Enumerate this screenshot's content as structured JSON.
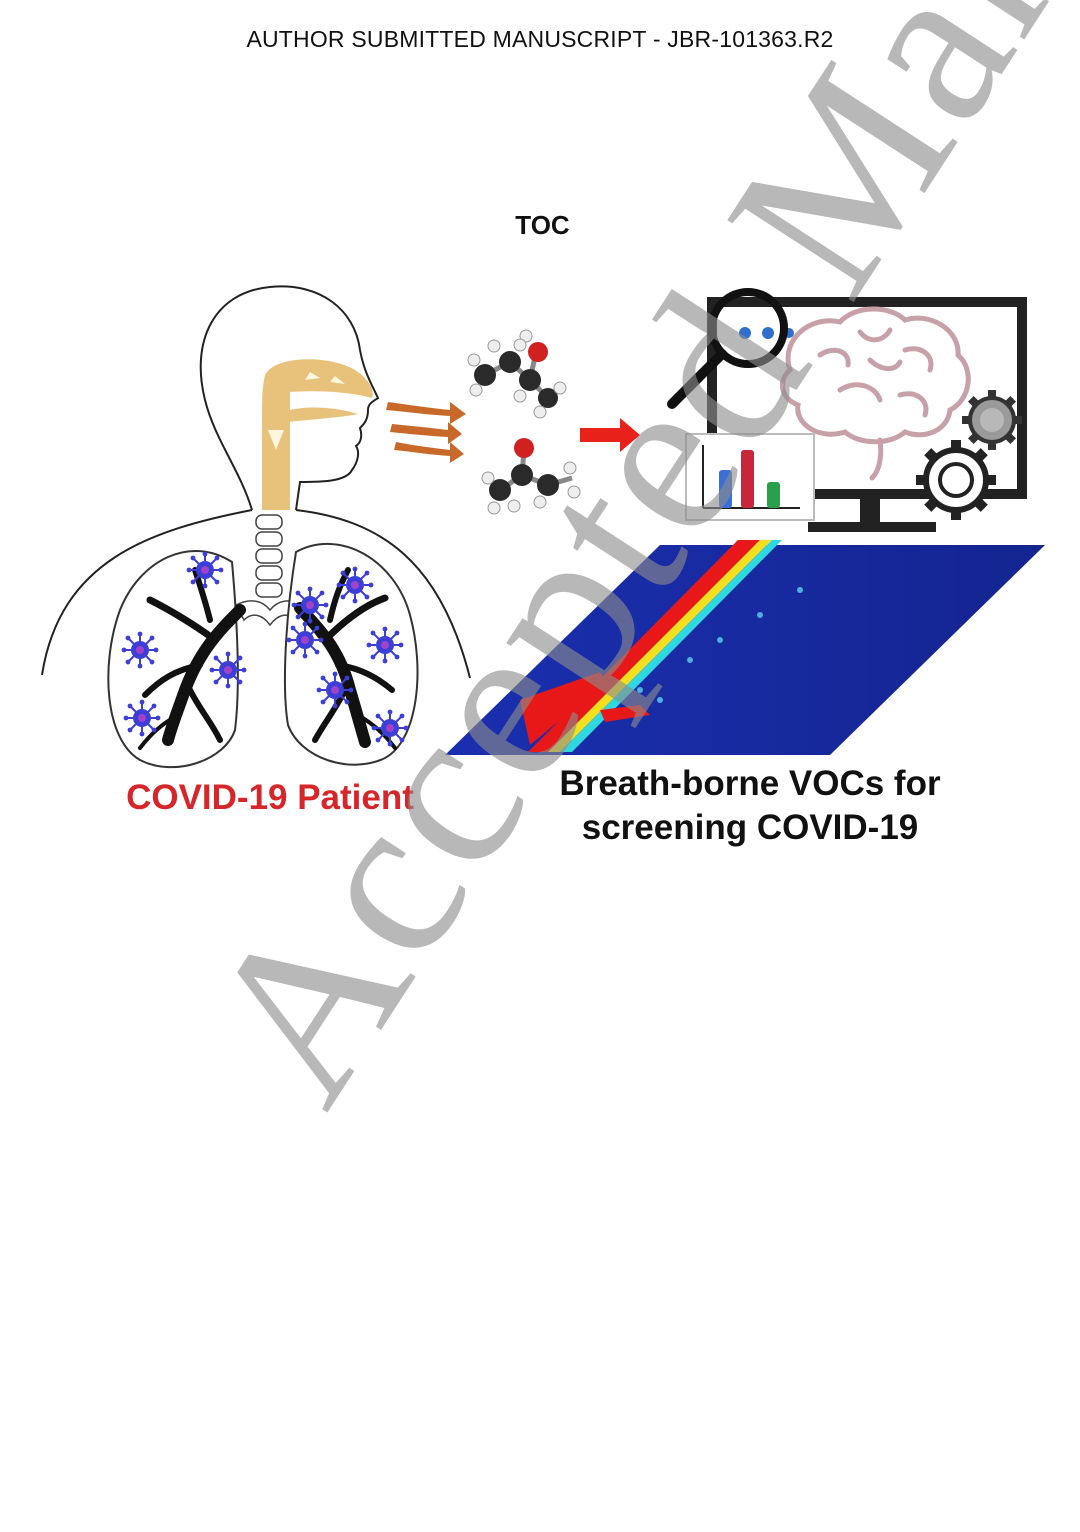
{
  "header": {
    "running_title": "AUTHOR SUBMITTED MANUSCRIPT - JBR-101363.R2"
  },
  "toc": {
    "heading": "TOC"
  },
  "figure": {
    "left_label": "COVID-19 Patient",
    "right_label_line1": "Breath-borne VOCs for",
    "right_label_line2": "screening COVID-19",
    "colors": {
      "airway": "#e8c27a",
      "virus": "#3b3fd8",
      "arrow_breath": "#c8692a",
      "arrow_red": "#e8211b",
      "heatmap_blue": "#1b2fb8"
    },
    "bar_icon": {
      "values": [
        0.55,
        0.95,
        0.4
      ],
      "colors": [
        "#3a6fd6",
        "#c8263a",
        "#2aa04a"
      ]
    }
  },
  "watermark": {
    "text": "Accepted Manuscript"
  }
}
